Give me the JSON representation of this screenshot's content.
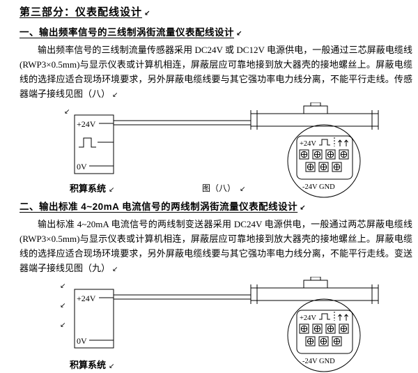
{
  "page": {
    "pilcrow": "↙"
  },
  "doc": {
    "title": "第三部分：仪表配线设计",
    "sections": [
      {
        "heading": "一、输出频率信号的三线制涡街流量仪表配线设计",
        "body": "输出频率信号的三线制流量传感器采用 DC24V 或 DC12V 电源供电，一般通过三芯屏蔽电缆线(RWP3×0.5mm)与显示仪表或计算机相连，屏蔽层应可靠地接到放大器壳的接地螺丝上。屏蔽电缆线的选择应适合现场环境要求，另外屏蔽电缆线要与其它强功率电力线分离，不能平行走线。传感器端子接线见图（八）",
        "figure": {
          "caption": "图（八）",
          "source_label": "积算系统",
          "box_top": "+24V",
          "box_bottom": "0V",
          "terminal_top": "+24V",
          "terminal_bottom": "-24V GND"
        }
      },
      {
        "heading": "二、输出标准 4~20mA 电流信号的两线制涡街流量仪表配线设计",
        "body": "输出标准 4~20mA 电流信号的两线制变送器采用 DC24V 电源供电，一般通过两芯屏蔽电缆线(RWP3×0.5mm)与显示仪表或计算机相连，屏蔽层应可靠地接到放大器壳的接地螺丝上。屏蔽电缆线的选择应适合现场环境要求，另外屏蔽电缆线要与其它强功率电力线分离，不能平行走线。变送器端子接线见图（九）",
        "figure": {
          "source_label": "积算系统",
          "box_top": "+24V",
          "box_bottom": "0V",
          "terminal_top": "+24V",
          "terminal_bottom": "-24V GND"
        }
      }
    ]
  }
}
